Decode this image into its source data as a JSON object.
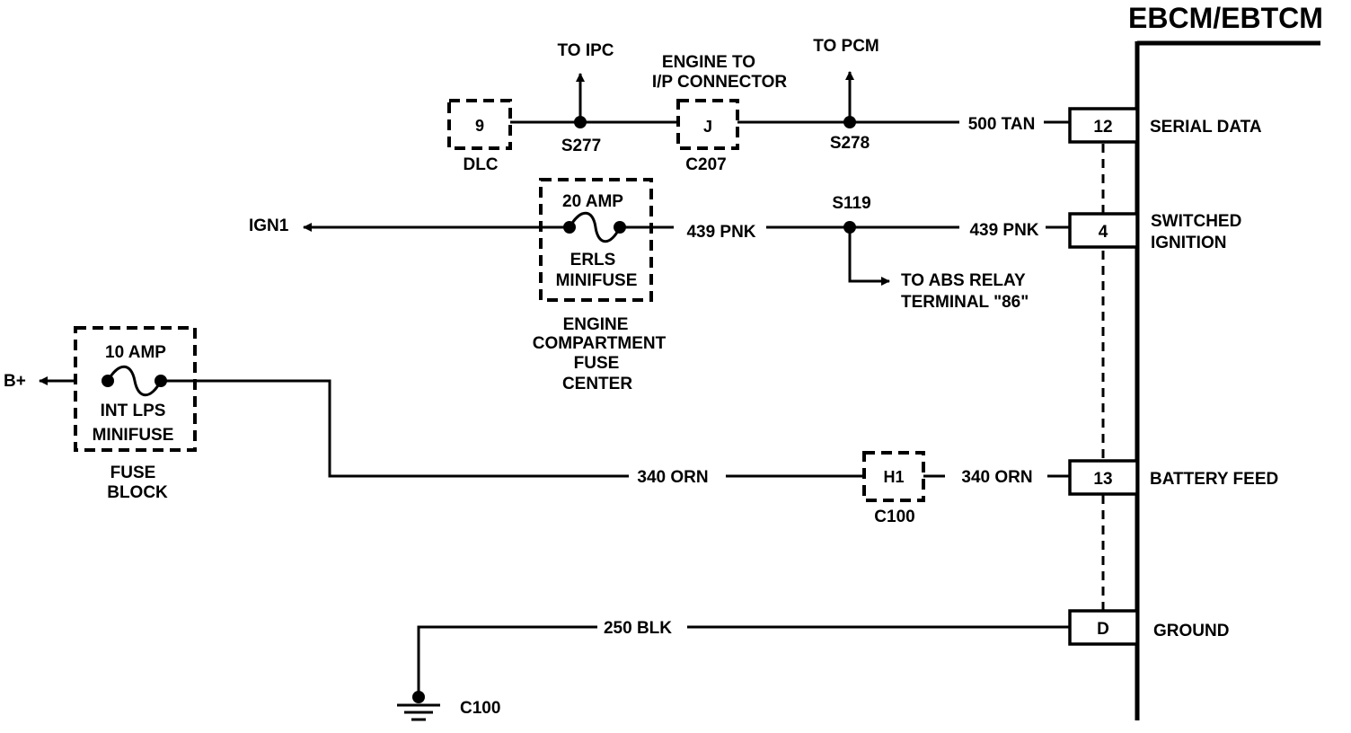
{
  "module": {
    "title": "EBCM/EBTCM",
    "pins": [
      {
        "pin": "12",
        "function": "SERIAL DATA",
        "wire": "500 TAN"
      },
      {
        "pin": "4",
        "function_line1": "SWITCHED",
        "function_line2": "IGNITION",
        "wire": "439 PNK"
      },
      {
        "pin": "13",
        "function": "BATTERY FEED",
        "wire": "340 ORN"
      },
      {
        "pin": "D",
        "function": "GROUND",
        "wire": "250 BLK"
      }
    ]
  },
  "serial_data_circuit": {
    "dlc_pin": "9",
    "dlc_label": "DLC",
    "splice_ipc": "S277",
    "to_ipc": "TO IPC",
    "connector_pin": "J",
    "connector_id": "C207",
    "connector_name_line1": "ENGINE TO",
    "connector_name_line2": "I/P CONNECTOR",
    "splice_pcm": "S278",
    "to_pcm": "TO PCM"
  },
  "ignition_circuit": {
    "source": "IGN1",
    "fuse_rating": "20 AMP",
    "fuse_name_line1": "ERLS",
    "fuse_name_line2": "MINIFUSE",
    "fuse_center_line1": "ENGINE",
    "fuse_center_line2": "COMPARTMENT",
    "fuse_center_line3": "FUSE",
    "fuse_center_line4": "CENTER",
    "wire_left": "439 PNK",
    "splice": "S119",
    "to_relay_line1": "TO ABS RELAY",
    "to_relay_line2": "TERMINAL \"86\""
  },
  "battery_circuit": {
    "source": "B+",
    "fuse_rating": "10 AMP",
    "fuse_name_line1": "INT LPS",
    "fuse_name_line2": "MINIFUSE",
    "fuse_block_line1": "FUSE",
    "fuse_block_line2": "BLOCK",
    "wire_left": "340 ORN",
    "connector_pin": "H1",
    "connector_id": "C100"
  },
  "ground_circuit": {
    "ground_id": "C100"
  }
}
